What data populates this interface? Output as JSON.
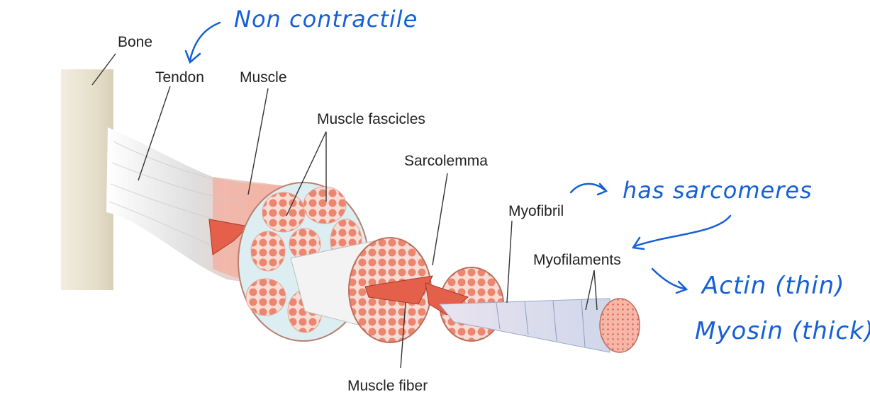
{
  "labels": {
    "bone": "Bone",
    "tendon": "Tendon",
    "muscle": "Muscle",
    "fascicles": "Muscle fascicles",
    "sarcolemma": "Sarcolemma",
    "myofibril": "Myofibril",
    "myofilaments": "Myofilaments",
    "fiber": "Muscle fiber"
  },
  "notes": {
    "noncontractile": "Non contractile",
    "sarcomeres": "has sarcomeres",
    "actin": "Actin (thin)",
    "myosin": "Myosin (thick)"
  },
  "colors": {
    "ink": "#1560d6",
    "muscle": "#e8826e",
    "tendon": "#e6e6e6",
    "bone": "#eae4d3"
  }
}
